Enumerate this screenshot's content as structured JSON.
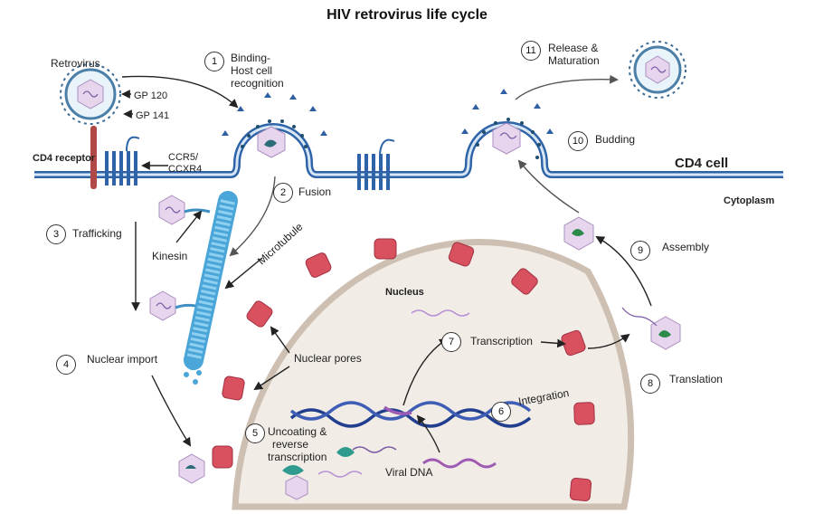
{
  "title": "HIV  retrovirus life cycle",
  "labels": {
    "retrovirus": "Retrovirus",
    "gp120": "GP 120",
    "gp141": "GP 141",
    "cd4_receptor": "CD4 receptor",
    "ccr5": "CCR5/",
    "ccxr4": "CCXR4",
    "cd4_cell": "CD4 cell",
    "cytoplasm": "Cytoplasm",
    "kinesin": "Kinesin",
    "microtubule": "Microtubule",
    "nucleus": "Nucleus",
    "nuclear_pores": "Nuclear pores",
    "viral_dna": "Viral DNA"
  },
  "steps": [
    {
      "num": "1",
      "lines": [
        "Binding-",
        "Host cell",
        "recognition"
      ]
    },
    {
      "num": "2",
      "lines": [
        "Fusion"
      ]
    },
    {
      "num": "3",
      "lines": [
        "Trafficking"
      ]
    },
    {
      "num": "4",
      "lines": [
        "Nuclear import"
      ]
    },
    {
      "num": "5",
      "lines": [
        "Uncoating &",
        "reverse",
        "transcription"
      ]
    },
    {
      "num": "6",
      "lines": [
        "Integration"
      ]
    },
    {
      "num": "7",
      "lines": [
        "Transcription"
      ]
    },
    {
      "num": "8",
      "lines": [
        "Translation"
      ]
    },
    {
      "num": "9",
      "lines": [
        "Assembly"
      ]
    },
    {
      "num": "10",
      "lines": [
        "Budding"
      ]
    },
    {
      "num": "11",
      "lines": [
        "Release &",
        "Maturation"
      ]
    }
  ],
  "colors": {
    "membrane": "#2e63a8",
    "membrane_fill": "#d6e6f5",
    "nucleus_fill": "#f1ece6",
    "nucleus_edge": "#cdbfb1",
    "pore": "#d9505f",
    "capsid": "#e7d5ee",
    "rna": "#7b5aa6",
    "dna_blue": "#223e8f",
    "dna_purple": "#9d5bb3",
    "microtubule": "#4aa5d9",
    "receptor_red": "#b04848"
  }
}
